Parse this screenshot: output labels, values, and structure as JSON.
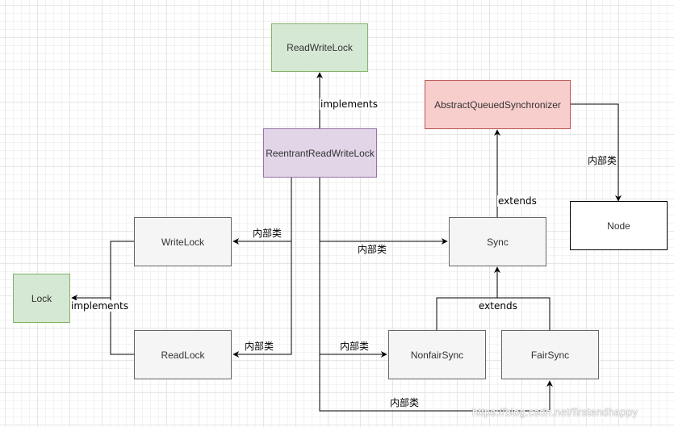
{
  "nodes": {
    "read_write_lock": "ReadWriteLock",
    "aqs": "AbstractQueuedSynchronizer",
    "reentrant_rw_lock": "ReentrantReadWriteLock",
    "write_lock": "WriteLock",
    "read_lock": "ReadLock",
    "lock": "Lock",
    "sync": "Sync",
    "node": "Node",
    "nonfair_sync": "NonfairSync",
    "fair_sync": "FairSync"
  },
  "edge_labels": {
    "implements_rwl": "implements",
    "implements_lock": "implements",
    "extends_aqs": "extends",
    "extends_sync": "extends",
    "inner_aqs_node": "内部类",
    "inner_write_lock": "内部类",
    "inner_sync": "内部类",
    "inner_read_lock": "内部类",
    "inner_nonfair": "内部类",
    "inner_fair": "内部类"
  },
  "watermark": "https://blog.csdn.net/firstendhappy",
  "colors": {
    "green_fill": "#d5e8d4",
    "green_stroke": "#82b366",
    "red_fill": "#f8cecc",
    "red_stroke": "#b85450",
    "purple_fill": "#e1d5e7",
    "purple_stroke": "#9673a6",
    "gray_fill": "#f5f5f5",
    "gray_stroke": "#666666"
  }
}
